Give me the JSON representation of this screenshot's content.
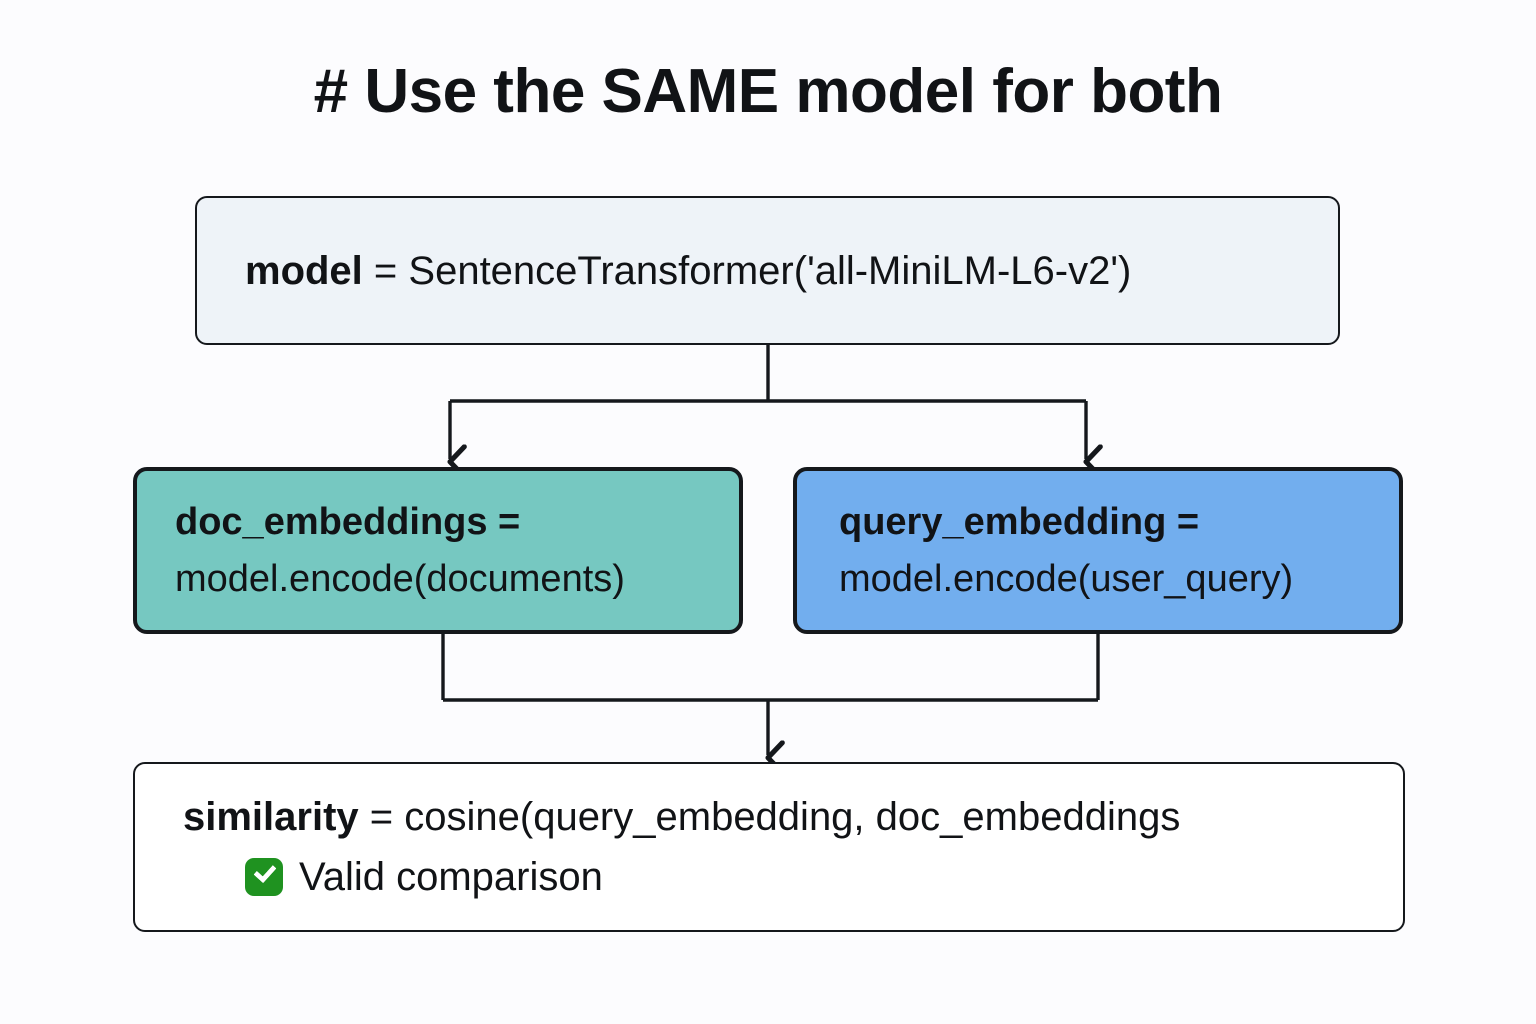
{
  "title": "# Use the SAME model for both",
  "background_color": "#fcfcfe",
  "nodes": {
    "model": {
      "name_label": "model",
      "separator": " = ",
      "expression": "SentenceTransformer('all-MiniLM-L6-v2')",
      "fill_color": "#eef3f8",
      "border_color": "#15181c"
    },
    "doc_embeddings": {
      "line1": "doc_embeddings =",
      "line2": "model.encode(documents)",
      "fill_color": "#76c8c1",
      "border_color": "#15181c"
    },
    "query_embedding": {
      "line1": "query_embedding =",
      "line2": "model.encode(user_query)",
      "fill_color": "#72aeee",
      "border_color": "#15181c"
    },
    "similarity": {
      "name_label": "similarity",
      "separator": " = ",
      "expression": "cosine(query_embedding, doc_embeddings",
      "status_icon": "white-check-mark-icon",
      "status_text": "Valid comparison",
      "status_icon_color": "#1f9220",
      "fill_color": "#ffffff",
      "border_color": "#15181c"
    }
  },
  "connectors": [
    {
      "from": "model",
      "to": "doc_embeddings",
      "style": "elbow-arrow"
    },
    {
      "from": "model",
      "to": "query_embedding",
      "style": "elbow-arrow"
    },
    {
      "from": "doc_embeddings",
      "to": "similarity",
      "style": "merge-arrow"
    },
    {
      "from": "query_embedding",
      "to": "similarity",
      "style": "merge-arrow"
    }
  ]
}
